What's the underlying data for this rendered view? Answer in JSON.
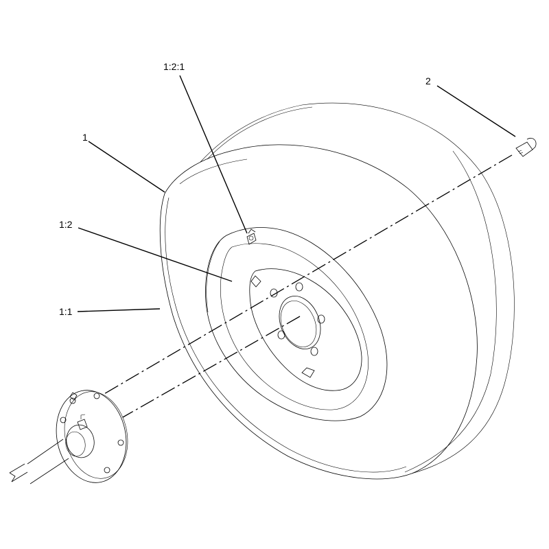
{
  "callouts": [
    {
      "id": "1",
      "label": "1"
    },
    {
      "id": "1-2-1",
      "label": "1:2:1"
    },
    {
      "id": "2",
      "label": "2"
    },
    {
      "id": "1-2",
      "label": "1:2"
    },
    {
      "id": "1-1",
      "label": "1:1"
    }
  ]
}
